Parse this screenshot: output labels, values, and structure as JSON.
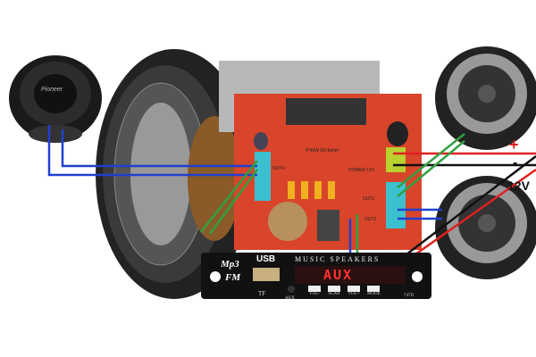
{
  "panel": {
    "brand_line1": "Mp3",
    "brand_line2": "FM",
    "usb_label": "USB",
    "tf_label": "TF",
    "aux_label": "AUX",
    "title": "MUSIC SPEAKERS",
    "display": "AUX",
    "buttons": [
      "VOL-",
      "SCAN",
      "VOL+",
      "MODE"
    ],
    "model": "747D"
  },
  "board": {
    "spec": "4*40W 5Ω-6ohm",
    "power_label": "POWER 12V",
    "out1": "OUT1",
    "out2": "OUT2",
    "out4": "OUT4"
  },
  "power": {
    "plus": "+",
    "minus": "-",
    "voltage": "12V"
  },
  "speaker_brand": "Pioneer",
  "colors": {
    "board": "#d8452a",
    "terminal": "#3cc0d0",
    "power_terminal": "#b8d030",
    "wire_blue": "#2040d0",
    "wire_green": "#30a040",
    "wire_red": "#e02020",
    "wire_black": "#111111"
  }
}
